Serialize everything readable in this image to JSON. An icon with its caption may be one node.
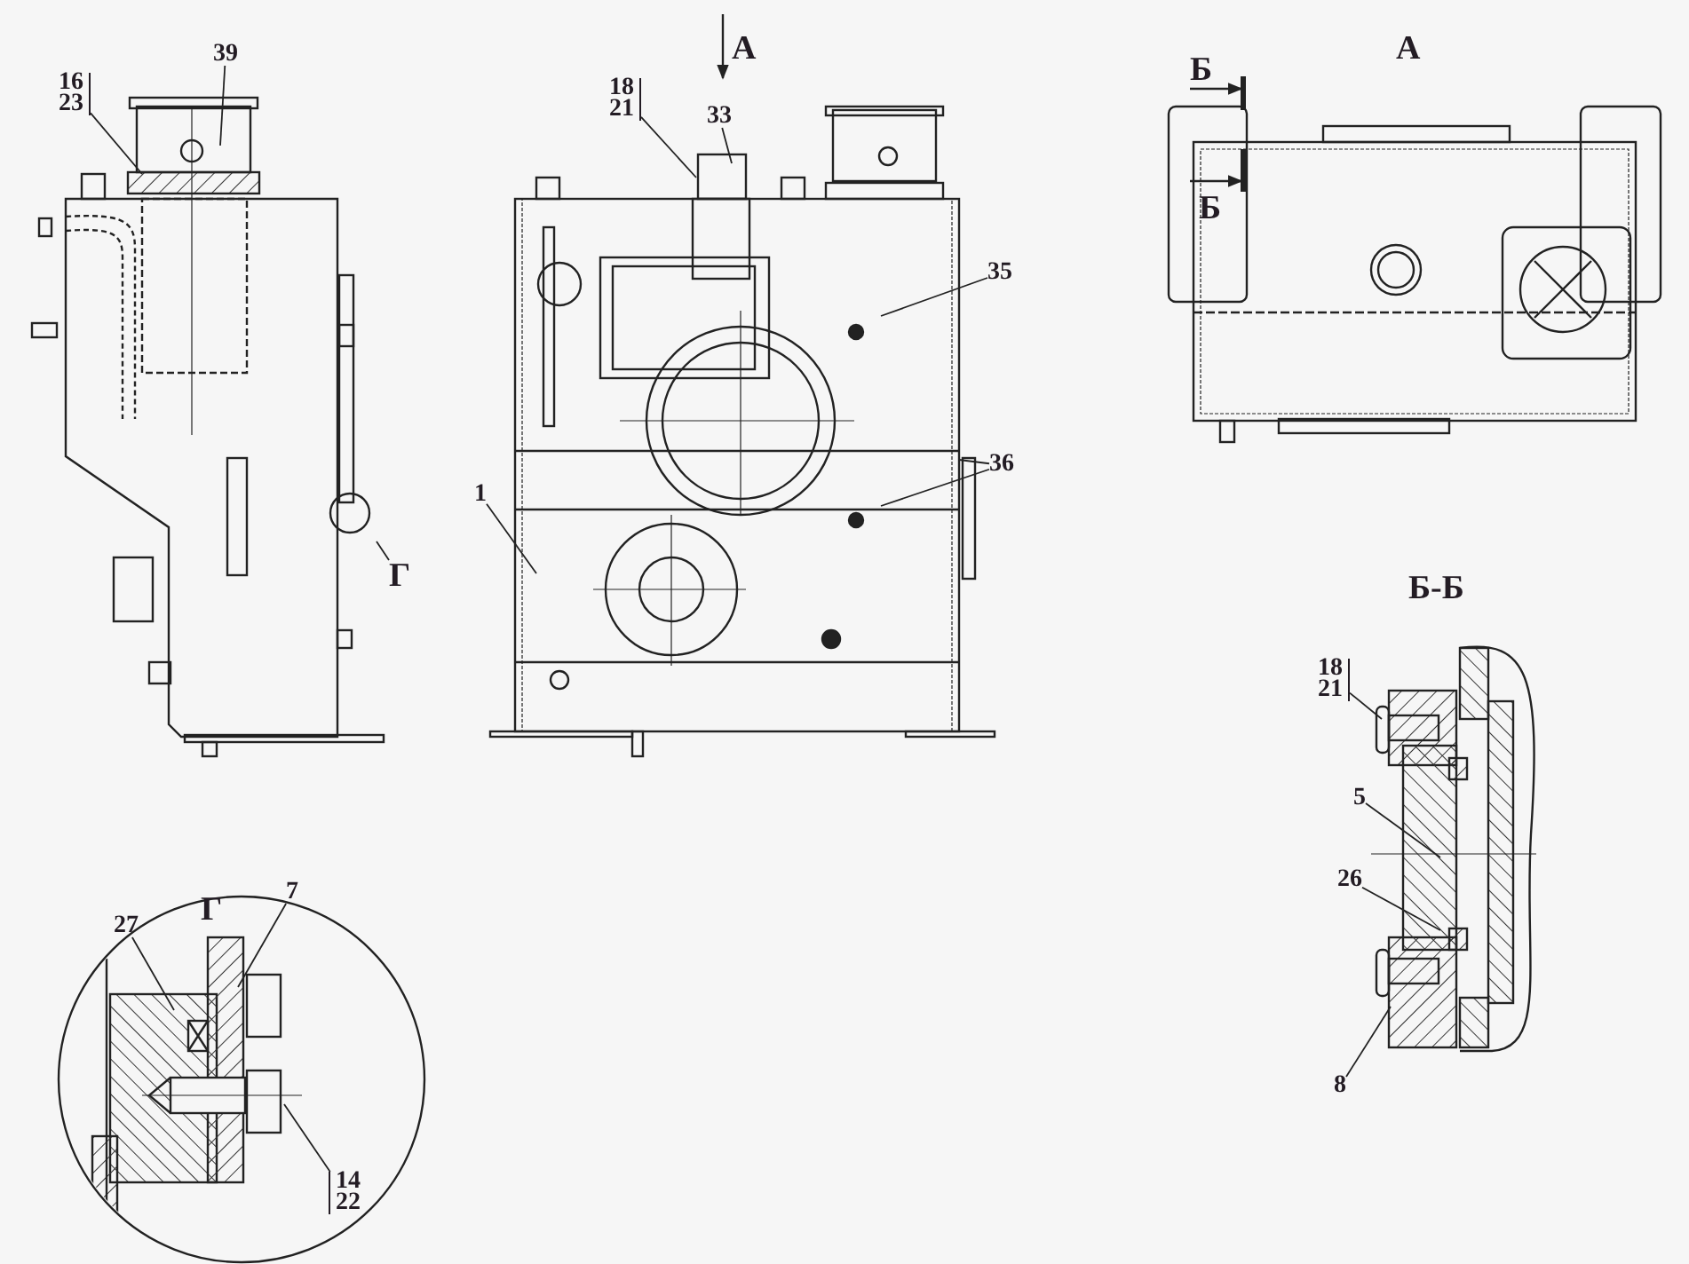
{
  "diagram": {
    "nodes": [
      {
        "text": [
          "16",
          "23"
        ]
      },
      {
        "text": [
          "39"
        ]
      },
      {
        "text": [
          "18",
          "21"
        ]
      },
      {
        "text": [
          "33"
        ]
      },
      {
        "text": [
          "35"
        ]
      },
      {
        "text": [
          "36"
        ]
      },
      {
        "text": [
          "1"
        ]
      },
      {
        "text": [
          "Г"
        ]
      },
      {
        "text": [
          "18",
          "21"
        ]
      },
      {
        "text": [
          "5"
        ]
      },
      {
        "text": [
          "26"
        ]
      },
      {
        "text": [
          "8"
        ]
      },
      {
        "text": [
          "27"
        ]
      },
      {
        "text": [
          "7"
        ]
      },
      {
        "text": [
          "14",
          "22"
        ]
      }
    ],
    "edges": [
      {
        "from": 0,
        "to": null,
        "arrow": "none"
      },
      {
        "from": 1,
        "to": null,
        "arrow": "none"
      },
      {
        "from": 2,
        "to": null,
        "arrow": "none"
      },
      {
        "from": 3,
        "to": null,
        "arrow": "none"
      },
      {
        "from": 4,
        "to": null,
        "arrow": "none"
      },
      {
        "from": 5,
        "to": null,
        "arrow": "none"
      },
      {
        "from": 5,
        "to": null,
        "arrow": "none"
      },
      {
        "from": 6,
        "to": null,
        "arrow": "none"
      },
      {
        "from": 7,
        "to": null,
        "arrow": "none"
      },
      {
        "from": 8,
        "to": null,
        "arrow": "none"
      },
      {
        "from": 9,
        "to": null,
        "arrow": "none"
      },
      {
        "from": 10,
        "to": null,
        "arrow": "none"
      },
      {
        "from": 11,
        "to": null,
        "arrow": "none"
      },
      {
        "from": 12,
        "to": null,
        "arrow": "none"
      },
      {
        "from": 13,
        "to": null,
        "arrow": "none"
      },
      {
        "from": 14,
        "to": null,
        "arrow": "none"
      }
    ],
    "labels": [
      "А",
      "А",
      "Б",
      "Б",
      "Б-Б",
      "Г"
    ]
  }
}
